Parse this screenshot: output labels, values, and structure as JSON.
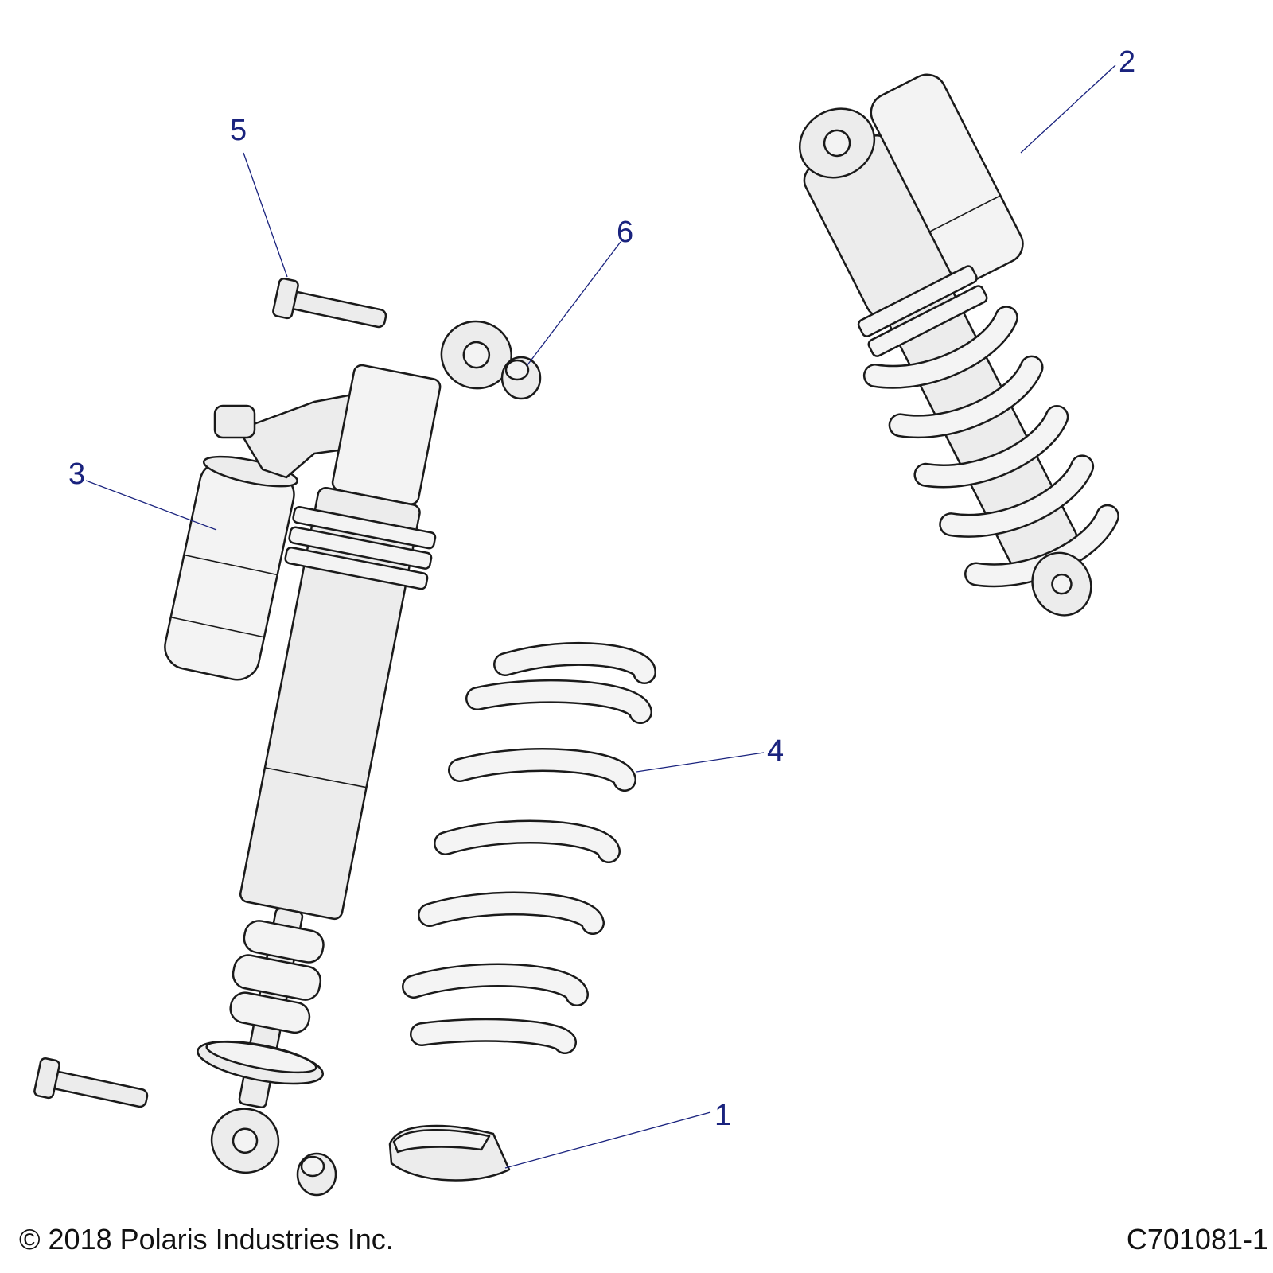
{
  "callouts": {
    "c1": "1",
    "c2": "2",
    "c3": "3",
    "c4": "4",
    "c5": "5",
    "c6": "6"
  },
  "footer": {
    "copyright": "© 2018 Polaris Industries Inc.",
    "drawing_number": "C701081-1"
  }
}
